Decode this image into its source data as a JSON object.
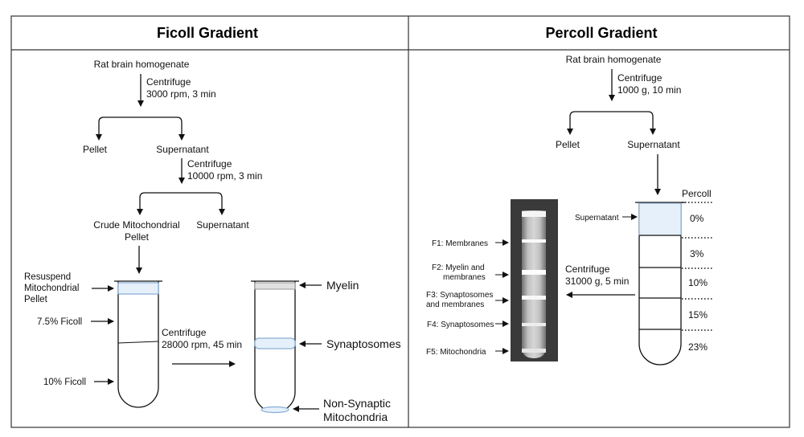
{
  "panels": {
    "left_title": "Ficoll Gradient",
    "right_title": "Percoll Gradient"
  },
  "ficoll": {
    "start": "Rat brain homogenate",
    "step1_line1": "Centrifuge",
    "step1_line2": "3000 rpm, 3 min",
    "pellet": "Pellet",
    "supernatant": "Supernatant",
    "step2_line1": "Centrifuge",
    "step2_line2": "10000 rpm, 3 min",
    "crude_line1": "Crude Mitochondrial",
    "crude_line2": "Pellet",
    "supernatant2": "Supernatant",
    "resuspend_line1": "Resuspend",
    "resuspend_line2": "Mitochondrial",
    "resuspend_line3": "Pellet",
    "ficoll_75": "7.5% Ficoll",
    "ficoll_10": "10% Ficoll",
    "step3_line1": "Centrifuge",
    "step3_line2": "28000 rpm, 45 min",
    "myelin": "Myelin",
    "synaptosomes": "Synaptosomes",
    "nonsyn_line1": "Non-Synaptic",
    "nonsyn_line2": "Mitochondria"
  },
  "percoll": {
    "start": "Rat brain homogenate",
    "step1_line1": "Centrifuge",
    "step1_line2": "1000 g, 10 min",
    "pellet": "Pellet",
    "supernatant": "Supernatant",
    "percoll_header": "Percoll",
    "supernatant_label": "Supernatant",
    "levels": [
      "0%",
      "3%",
      "10%",
      "15%",
      "23%"
    ],
    "step2_line1": "Centrifuge",
    "step2_line2": "31000 g, 5 min",
    "fractions": [
      "F1: Membranes",
      "F2: Myelin and",
      "membranes",
      "F3: Synaptosomes",
      "and membranes",
      "F4: Synaptosomes",
      "F5: Mitochondria"
    ]
  },
  "colors": {
    "border": "#333333",
    "tube_fill_blue": "#e6f0fb",
    "tube_stroke_blue": "#8aaed6",
    "myelin_fill": "#e0e0e0",
    "photo_bg": "#3a3a3a"
  }
}
